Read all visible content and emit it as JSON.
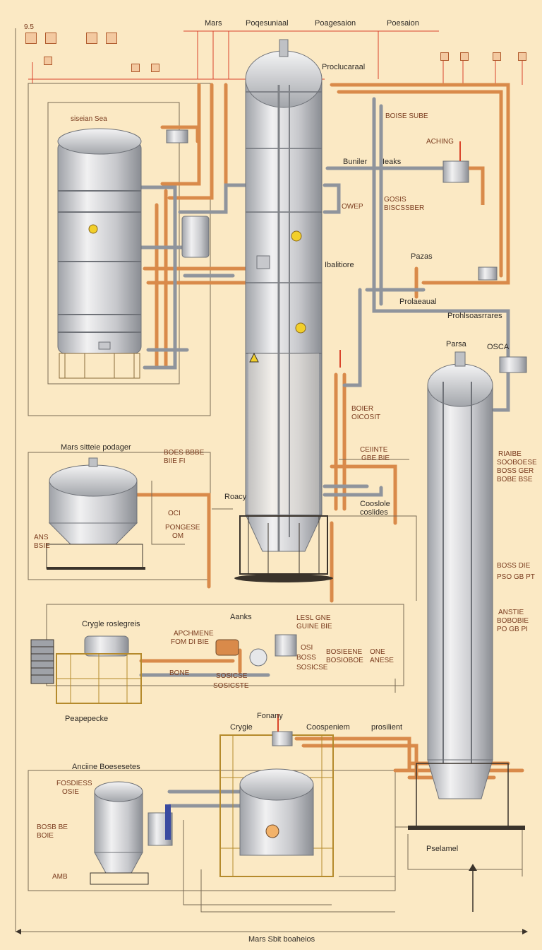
{
  "colors": {
    "background": "#fbe9c4",
    "pipe_copper": "#d98a4a",
    "pipe_steel": "#8f949c",
    "line": "#7a6a55",
    "accent_red": "#d9442b",
    "vessel": "#d9dadd"
  },
  "labels": {
    "top_mars": "Mars",
    "top_processing": "Poqesuniaal",
    "top_progression": "Poagesaion",
    "top_pressure": "Poesaion",
    "top_left_num": "9.5",
    "production_top": "Proclucaraal",
    "tank_top_label": "siseian  Sea",
    "burner": "Buniler",
    "heats": "Ieaks",
    "right_codes_1": "BOISE SUBE",
    "right_codes_2": "ACHING",
    "mid_code_1": "GOSIS",
    "mid_code_2": "BISCSSBER",
    "mid_code_3": "OWEP",
    "press": "Pazas",
    "balliors": "Ibalitiore",
    "production_mid": "Prolaeaual",
    "production_right": "Prohlsoasrrares",
    "right_fr": "Parsa",
    "right_cg": "OSCA",
    "mars_storage": "Mars sitteie podager",
    "storage_code": "BOES BBBE",
    "storage_sub": "BIIE FI",
    "roacy": "Roacy",
    "coil": "OCI",
    "pressure_om": "PONGESE",
    "om": "OM",
    "ans": "ANS",
    "bsie": "BSIE",
    "boier": "BOIER",
    "oicosit": "OICOSIT",
    "ceiinte": "CEIINTE",
    "ceiisie": "GBE BIE",
    "cooslole": "Cooslole",
    "coslides": "coslides",
    "right_lower_1": "RIAIBE",
    "right_lower_2": "SOOBOESE",
    "right_lower_3": "BOSS GER",
    "right_lower_4": "BOBE BSE",
    "right_lower_5": "BOSS DIE",
    "right_lower_6": "PSO GB PT",
    "right_lower_7": "ANSTIE",
    "right_lower_8": "BOBOBIE",
    "right_lower_9": "PO GB PI",
    "crygle": "Crygle roslegreis",
    "aanks": "Aanks",
    "crygle_code_1": "APCHMENE",
    "crygle_code_2": "FOM DI BIE",
    "crygle_code_3": "LESL GNE",
    "crygle_code_4": "GUINE BIE",
    "crygle_code_5": "OSI",
    "crygle_code_6": "BOSS",
    "crygle_code_7": "SOSICSE",
    "crygle_code_8": "BONE",
    "crygle_code_9": "SOSICSE",
    "crygle_code_10": "BOSIEENE",
    "crygle_code_11": "BOSIOBOE",
    "crygle_code_12": "ONE",
    "crygle_code_13": "ANESE",
    "crygle_code_14": "SOSICSTE",
    "peapepecke": "Peapepecke",
    "fonany": "Fonany",
    "crygie": "Crygie",
    "coosperiem": "Coospeniem",
    "prosilient": "prosilient",
    "anchme": "Anciine Boesesetes",
    "anchme_code_1": "FOSDIESS",
    "anchme_code_2": "OSIE",
    "anchme_code_3": "BOSB BE",
    "anchme_code_4": "BOIE",
    "amb": "AMB",
    "pselamel": "Pselamel",
    "bottom_title": "Mars Sbit boaheios"
  }
}
